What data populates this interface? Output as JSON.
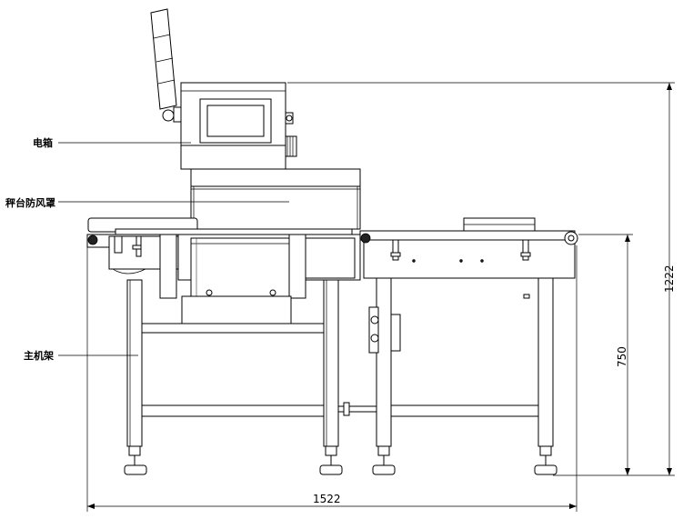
{
  "labels": {
    "electrical_box": "电箱",
    "scale_windshield": "秤台防风罩",
    "main_frame": "主机架"
  },
  "dimensions": {
    "total_height": "1222",
    "conveyor_height": "750",
    "total_length": "1522"
  }
}
